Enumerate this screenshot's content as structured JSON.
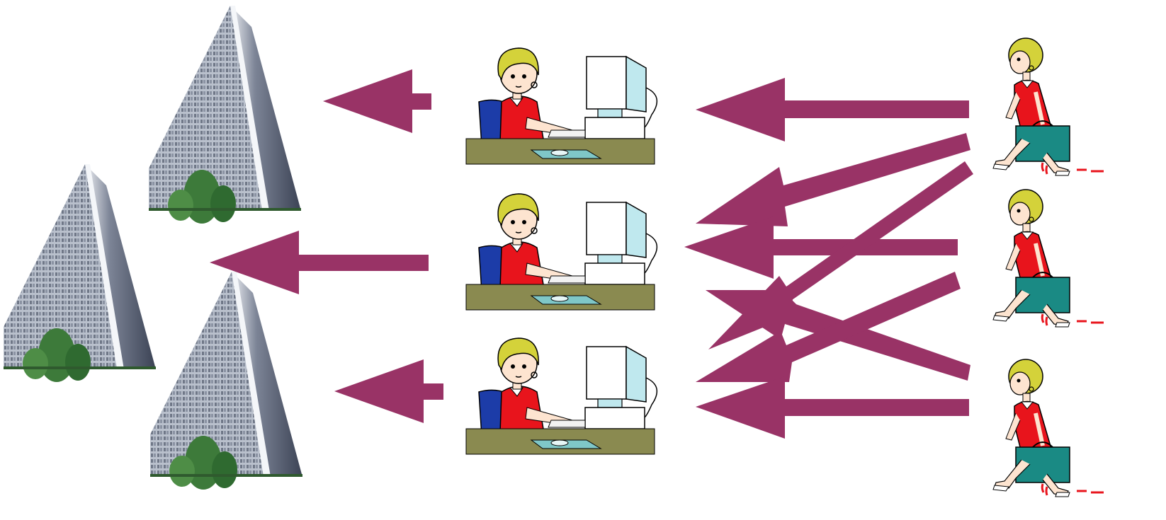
{
  "colors": {
    "arrow": "#993366",
    "desk": "#8a8a50",
    "hair": "#d4d23a",
    "shirt": "#e8141c",
    "chair": "#1c3ca8",
    "briefcase": "#1a8a84",
    "building_glass": "#9aa3b3",
    "tree": "#3d7a3a"
  },
  "icons": {
    "building": "office-building-icon",
    "worker": "desk-worker-computer-icon",
    "walker": "walking-woman-briefcase-icon"
  },
  "diagram": {
    "buildings": 3,
    "desk_workers": 3,
    "walkers": 3,
    "arrows": 10
  }
}
